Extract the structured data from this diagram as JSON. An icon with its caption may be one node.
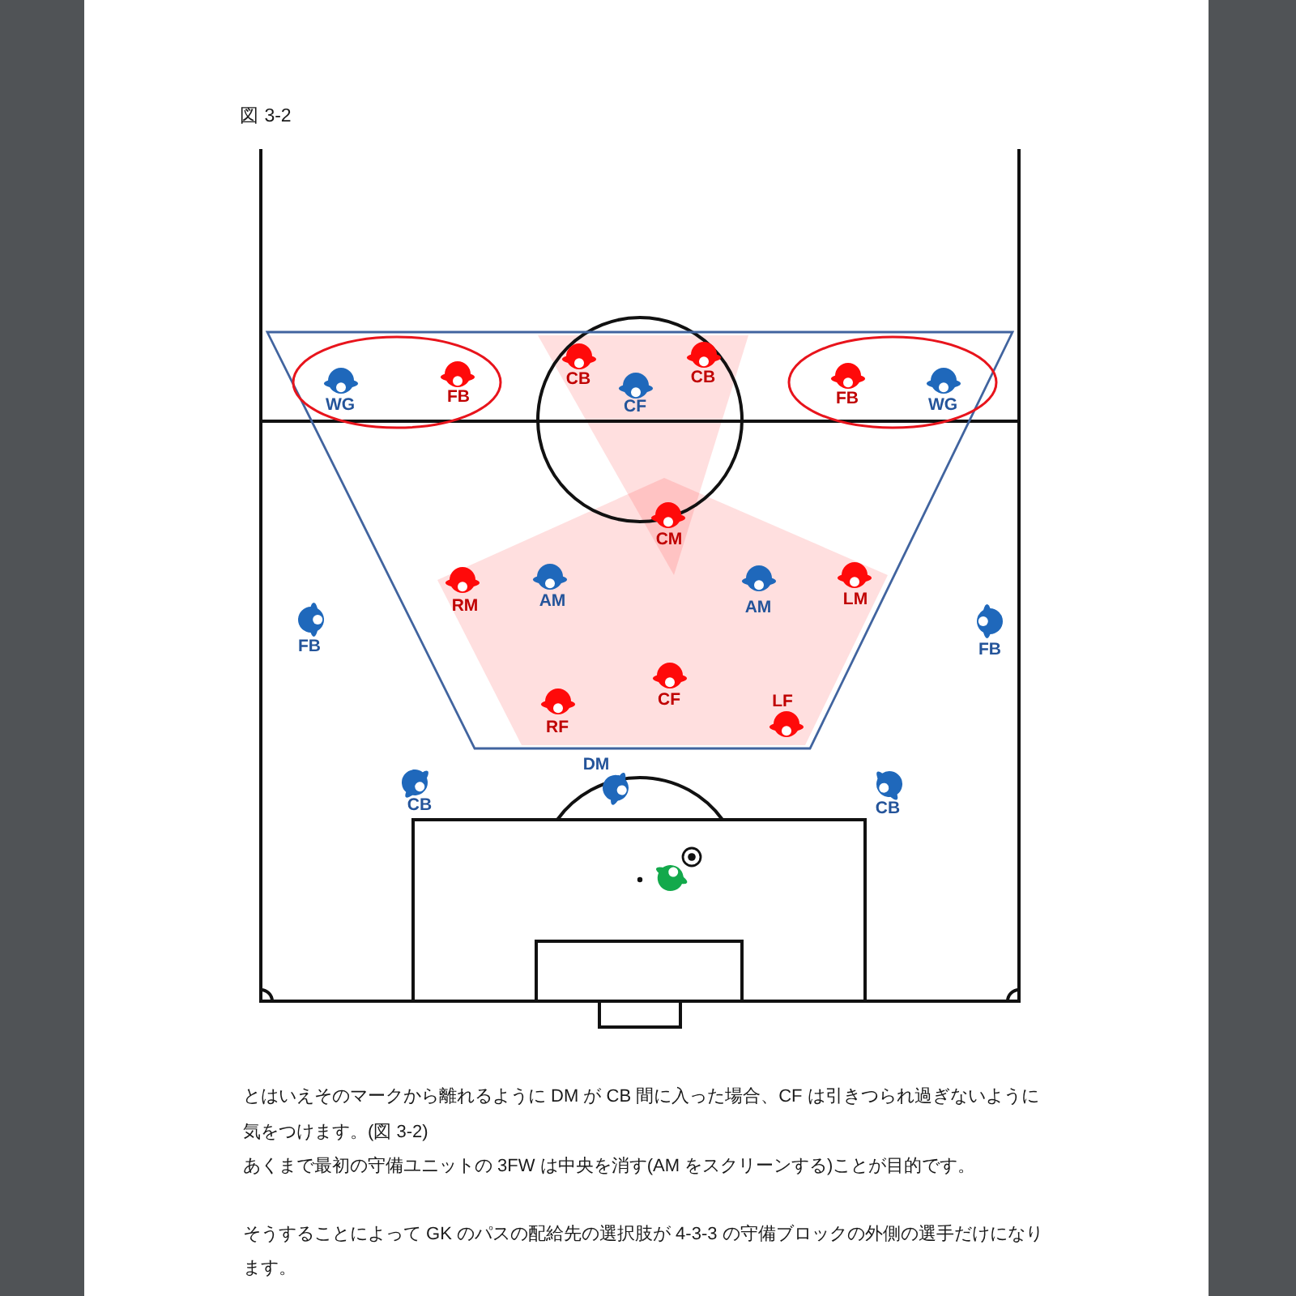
{
  "diagram": {
    "title": "図 3-2",
    "nodes": [
      {
        "text": [],
        "shape": "ellipse"
      },
      {
        "text": [
          "WG"
        ],
        "in": 0
      },
      {
        "text": [
          "FB"
        ],
        "in": 0
      },
      {
        "text": [
          "CB"
        ]
      },
      {
        "text": [
          "CF"
        ]
      },
      {
        "text": [
          "CB"
        ]
      },
      {
        "text": [],
        "shape": "ellipse"
      },
      {
        "text": [
          "FB"
        ],
        "in": 6
      },
      {
        "text": [
          "WG"
        ],
        "in": 6
      },
      {
        "text": [
          "CM"
        ]
      },
      {
        "text": [
          "RM"
        ]
      },
      {
        "text": [
          "AM"
        ]
      },
      {
        "text": [
          "AM"
        ]
      },
      {
        "text": [
          "LM"
        ]
      },
      {
        "text": [
          "FB"
        ]
      },
      {
        "text": [
          "FB"
        ]
      },
      {
        "text": [
          "CF"
        ]
      },
      {
        "text": [
          "RF"
        ]
      },
      {
        "text": [
          "LF"
        ]
      },
      {
        "text": [
          "CB"
        ]
      },
      {
        "text": [
          "DM"
        ]
      },
      {
        "text": [
          "CB"
        ]
      },
      {
        "text": [],
        "shape": "person"
      }
    ],
    "labels": [
      "とはいえそのマークから離れるように DM が CB 間に入った場合、CF は引きつられ過ぎないように気をつけます。(図 3-2)",
      "あくまで最初の守備ユニットの 3FW は中央を消す(AM をスクリーンする)ことが目的です。",
      "そうすることによって GK のパスの配給先の選択肢が 4-3-3 の守備ブロックの外側の選手だけになります。"
    ]
  }
}
